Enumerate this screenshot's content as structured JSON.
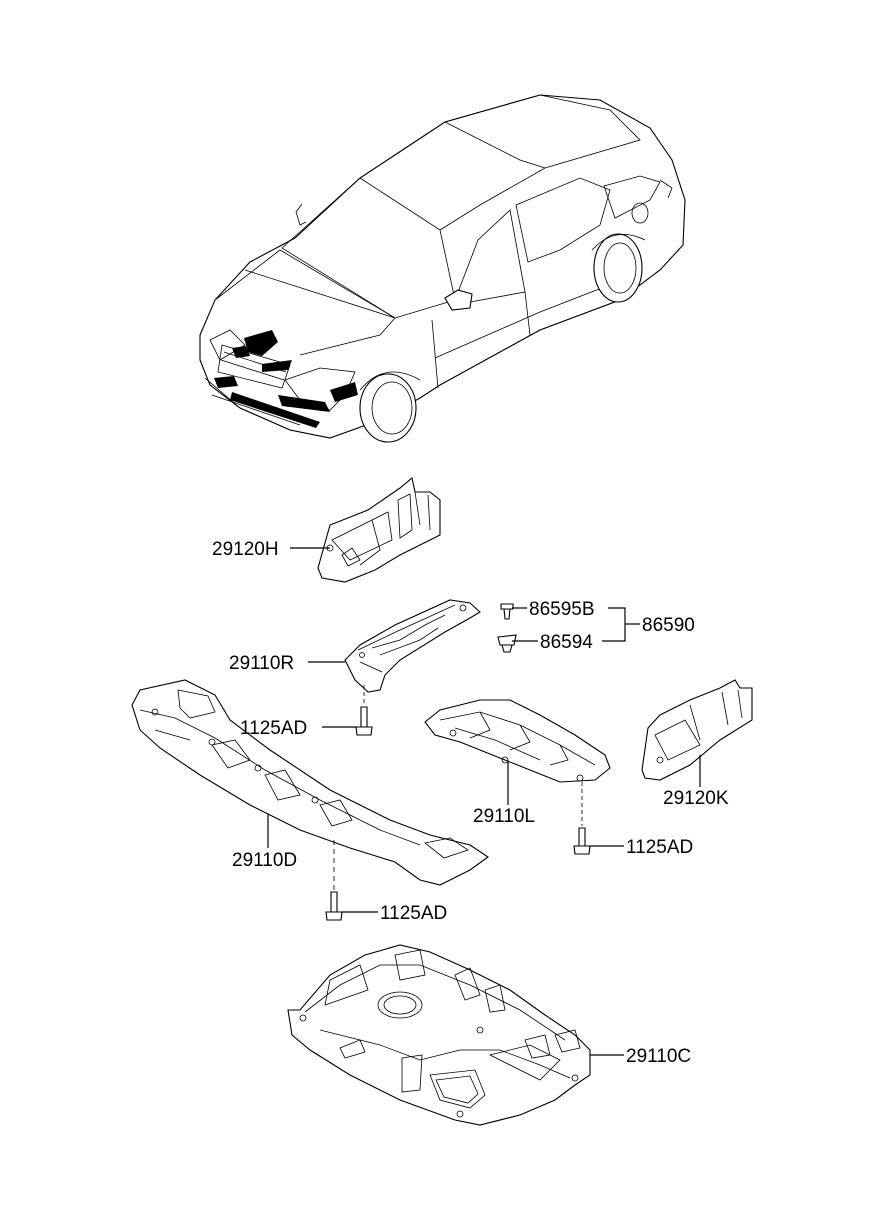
{
  "callouts": {
    "p29120H": "29120H",
    "p86595B": "86595B",
    "p86590": "86590",
    "p86594": "86594",
    "p29110R": "29110R",
    "p1125AD_a": "1125AD",
    "p29110L": "29110L",
    "p29120K": "29120K",
    "p29110D": "29110D",
    "p1125AD_b": "1125AD",
    "p1125AD_c": "1125AD",
    "p29110C": "29110C"
  }
}
